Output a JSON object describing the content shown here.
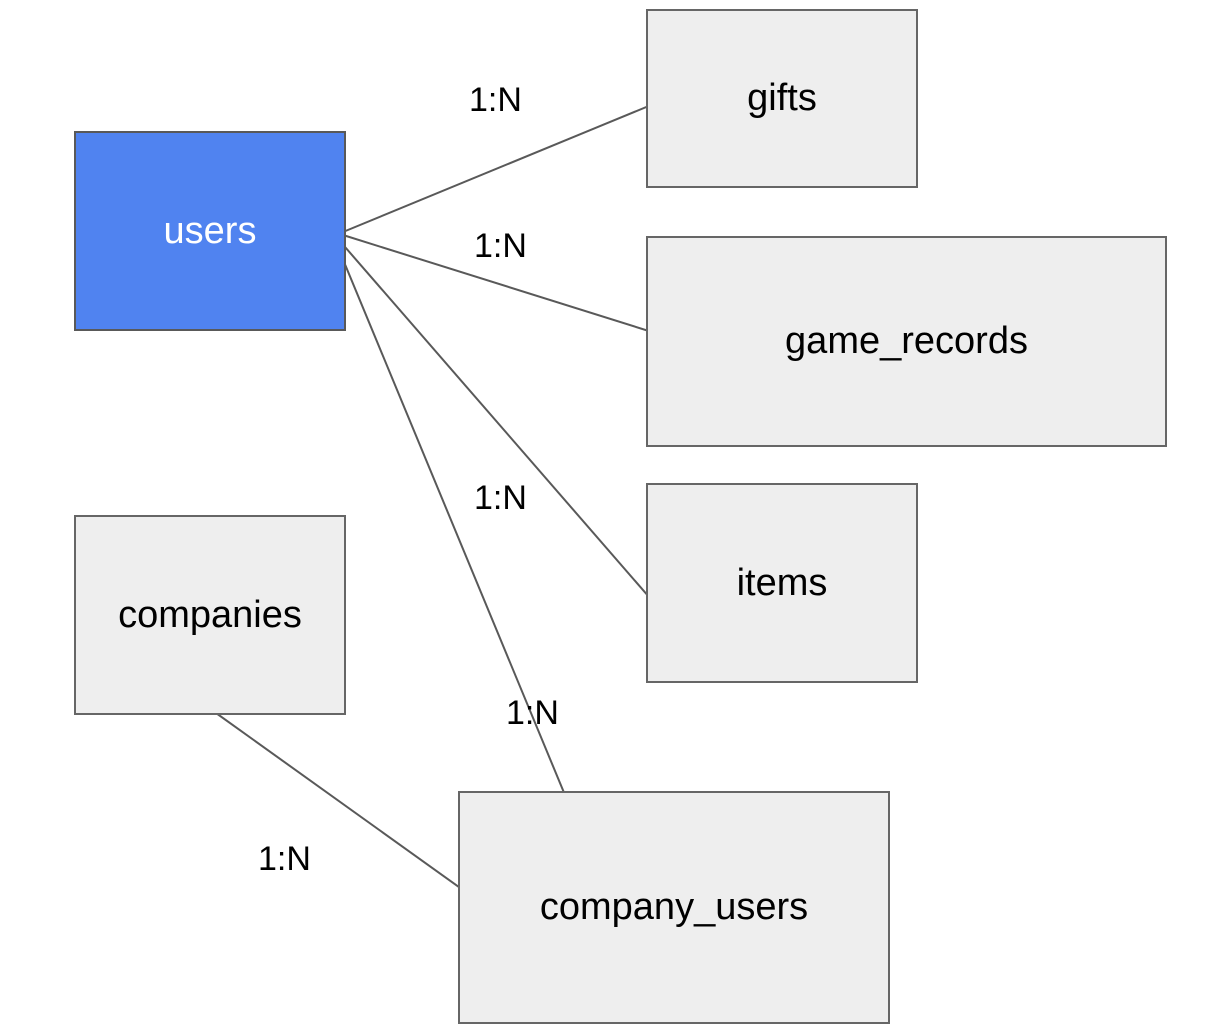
{
  "colors": {
    "primary_fill": "#5083f0",
    "node_fill": "#eeeeee",
    "node_border": "#666666",
    "edge": "#595959"
  },
  "nodes": {
    "users": {
      "label": "users"
    },
    "gifts": {
      "label": "gifts"
    },
    "game_records": {
      "label": "game_records"
    },
    "items": {
      "label": "items"
    },
    "companies": {
      "label": "companies"
    },
    "company_users": {
      "label": "company_users"
    }
  },
  "edges": [
    {
      "from": "users",
      "to": "gifts",
      "label": "1:N"
    },
    {
      "from": "users",
      "to": "game_records",
      "label": "1:N"
    },
    {
      "from": "users",
      "to": "items",
      "label": "1:N"
    },
    {
      "from": "users",
      "to": "company_users",
      "label": "1:N"
    },
    {
      "from": "companies",
      "to": "company_users",
      "label": "1:N"
    }
  ]
}
